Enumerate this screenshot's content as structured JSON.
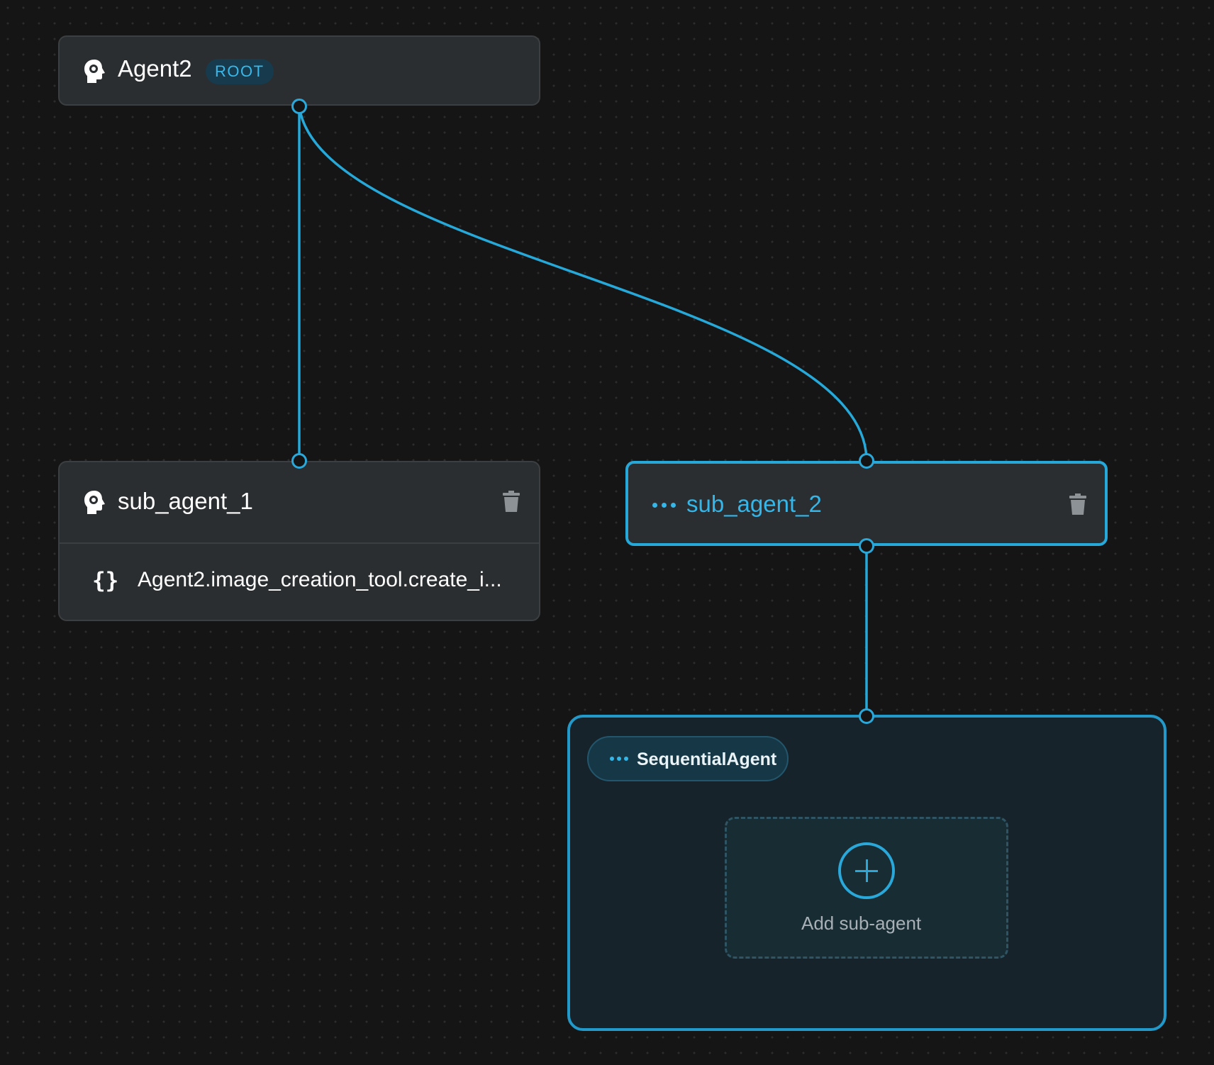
{
  "root_agent": {
    "name": "Agent2",
    "badge": "ROOT",
    "icon": "agent-head-gear-icon"
  },
  "sub_agent_1": {
    "name": "sub_agent_1",
    "icon": "agent-head-gear-icon",
    "delete_icon": "trash-icon",
    "tool": {
      "icon": "curly-braces-icon",
      "label": "Agent2.image_creation_tool.create_i..."
    }
  },
  "sub_agent_2": {
    "name": "sub_agent_2",
    "icon": "more-horizontal-icon",
    "delete_icon": "trash-icon",
    "selected": true
  },
  "sequential_agent": {
    "label": "SequentialAgent",
    "icon": "more-horizontal-icon",
    "add_label": "Add sub-agent",
    "add_icon": "plus-circle-icon"
  },
  "edges": [
    {
      "from": "Agent2",
      "to": "sub_agent_1"
    },
    {
      "from": "Agent2",
      "to": "sub_agent_2"
    },
    {
      "from": "sub_agent_2",
      "to": "SequentialAgent"
    }
  ],
  "colors": {
    "accent": "#26a8d9",
    "canvas": "#151515",
    "node": "#2b2e31",
    "badge_bg": "#173a4c"
  }
}
